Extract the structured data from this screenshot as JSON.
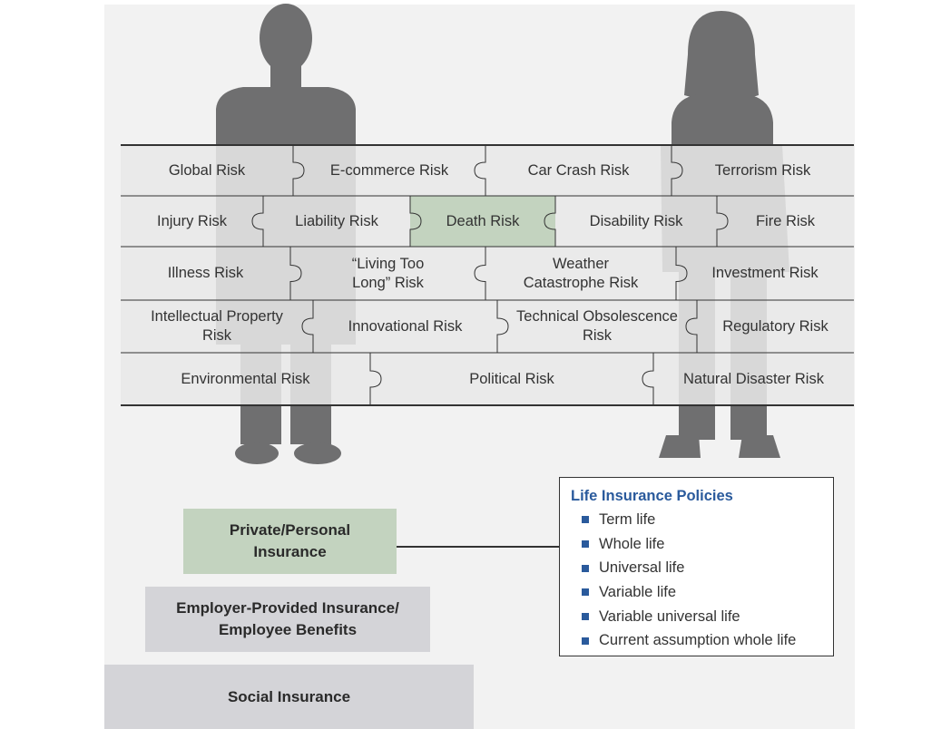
{
  "colors": {
    "silhouette": "#6f6f70",
    "puzzle_fill": "#e9e9e9",
    "highlight_fill": "#c3d3bf",
    "policies_title": "#2a5a9c"
  },
  "risk_grid": {
    "rows": [
      [
        "Global Risk",
        "E-commerce Risk",
        "Car Crash Risk",
        "Terrorism Risk"
      ],
      [
        "Injury Risk",
        "Liability Risk",
        "Death Risk",
        "Disability Risk",
        "Fire Risk"
      ],
      [
        "Illness Risk",
        "“Living Too\nLong” Risk",
        "Weather\nCatastrophe Risk",
        "Investment Risk"
      ],
      [
        "Intellectual Property\nRisk",
        "Innovational Risk",
        "Technical Obsolescence\nRisk",
        "Regulatory Risk"
      ],
      [
        "Environmental Risk",
        "Political Risk",
        "Natural Disaster Risk"
      ]
    ],
    "highlighted": "Death Risk"
  },
  "insurance_layers": {
    "private": "Private/Personal\nInsurance",
    "employer": "Employer-Provided Insurance/\nEmployee Benefits",
    "social": "Social Insurance"
  },
  "policies": {
    "title": "Life Insurance Policies",
    "items": [
      "Term life",
      "Whole life",
      "Universal life",
      "Variable life",
      "Variable universal life",
      "Current assumption whole life"
    ]
  }
}
